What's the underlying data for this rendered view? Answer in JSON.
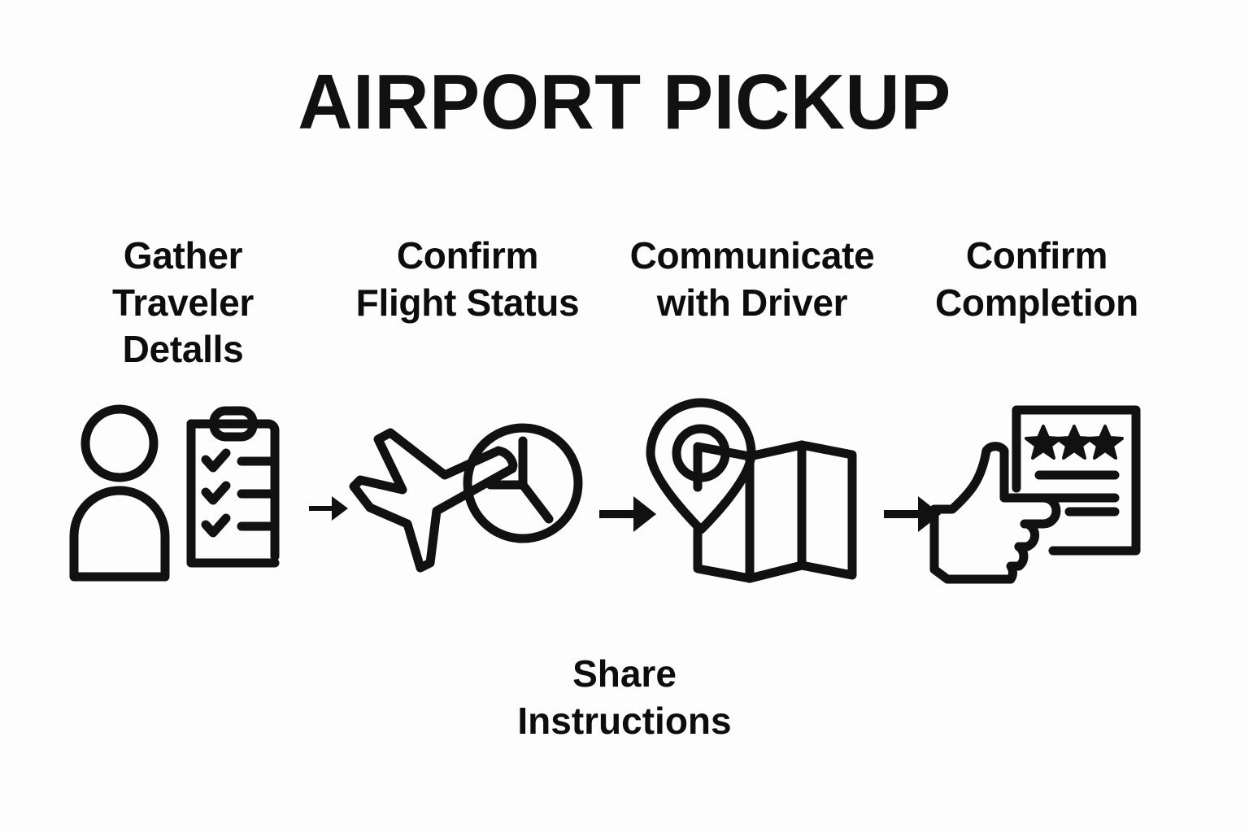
{
  "title": "AIRPORT PICKUP",
  "theme": {
    "background": "#fdfdfd",
    "ink": "#111111",
    "stroke_width": 9
  },
  "steps": [
    {
      "index": 1,
      "label_lines": [
        "Gather",
        "Traveler",
        "Detalls"
      ],
      "icon": "person-clipboard-icon",
      "icon_parts": [
        "person-head",
        "person-body",
        "clipboard",
        "checkmark-row",
        "checkmark-row",
        "checkmark-row"
      ]
    },
    {
      "index": 2,
      "label_lines": [
        "Confirm",
        "Flight Status"
      ],
      "icon": "airplane-clock-icon",
      "icon_parts": [
        "airplane",
        "clock-face",
        "clock-hands"
      ]
    },
    {
      "index": 3,
      "label_lines": [
        "Communicate",
        "with Driver"
      ],
      "icon": "map-pin-icon",
      "icon_parts": [
        "location-pin",
        "pin-inner-circle",
        "folded-map"
      ]
    },
    {
      "index": 4,
      "label_lines": [
        "Confirm",
        "Completion"
      ],
      "icon": "thumbs-up-review-icon",
      "icon_parts": [
        "thumbs-up-hand",
        "review-document",
        "star",
        "star",
        "star",
        "text-line",
        "text-line",
        "text-line"
      ]
    }
  ],
  "arrows": [
    {
      "name": "arrow-step1-to-step2",
      "glyph": "right-arrow-icon",
      "size": "small"
    },
    {
      "name": "arrow-step2-to-step3",
      "glyph": "right-arrow-icon",
      "size": "large"
    },
    {
      "name": "arrow-step3-to-step4",
      "glyph": "right-arrow-icon",
      "size": "large"
    }
  ],
  "caption": {
    "lines": [
      "Share",
      "Instructions"
    ]
  }
}
